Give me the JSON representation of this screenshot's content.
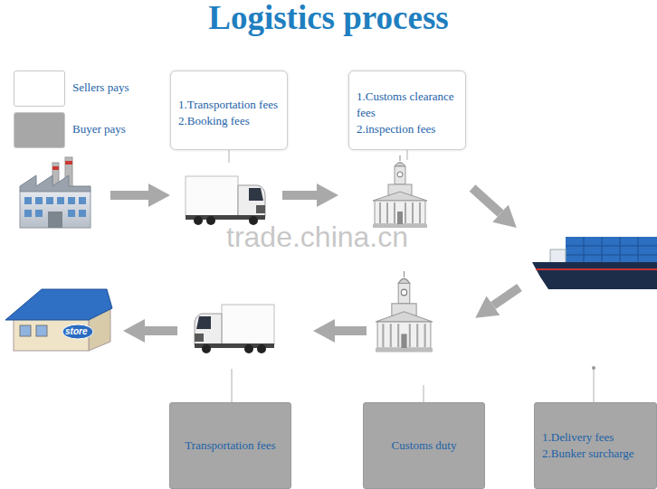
{
  "diagram": {
    "title": "Logistics process",
    "nodes": [
      {
        "text": [
          "1.Transportation fees",
          "2.Booking fees"
        ]
      },
      {
        "text": [
          "1.Customs clearance fees",
          "2.inspection fees"
        ]
      },
      {
        "text": [
          "Transportation fees"
        ]
      },
      {
        "text": [
          "Customs duty"
        ]
      },
      {
        "text": [
          "1.Delivery fees",
          "2.Bunker surcharge"
        ]
      }
    ],
    "labels": [
      "trade.china.cn",
      "store"
    ],
    "legend": [
      {
        "text": "Sellers pays",
        "color": "#ffffff"
      },
      {
        "text": "Buyer pays",
        "color": "#a7a7a7"
      }
    ]
  }
}
